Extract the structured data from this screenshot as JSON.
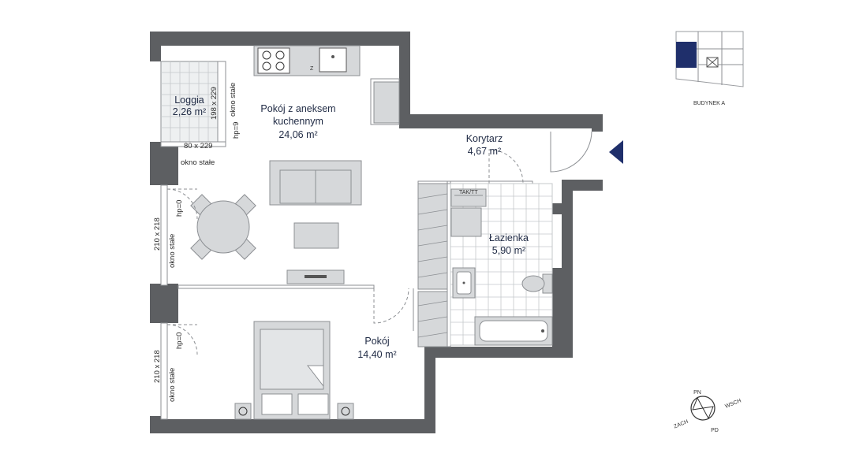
{
  "rooms": {
    "main": {
      "name_line1": "Pokój z aneksem",
      "name_line2": "kuchennym",
      "area": "24,06 m²"
    },
    "loggia": {
      "name": "Loggia",
      "area": "2,26 m²"
    },
    "corridor": {
      "name": "Korytarz",
      "area": "4,67 m²"
    },
    "bathroom": {
      "name": "Łazienka",
      "area": "5,90 m²"
    },
    "bedroom": {
      "name": "Pokój",
      "area": "14,40 m²"
    }
  },
  "windows": {
    "loggia_right_label": "okno stałe",
    "loggia_right_dim": "198 x 229",
    "loggia_right_hp": "hp=9",
    "loggia_bottom_dim": "80 x 229",
    "loggia_bottom_label": "okno stałe",
    "living_dim": "210 x 218",
    "living_label": "okno stałe",
    "living_hp": "hp=0",
    "bedroom_dim": "210 x 218",
    "bedroom_label": "okno stałe",
    "bedroom_hp": "hp=0"
  },
  "fixtures": {
    "washer_label": "TAK/TT"
  },
  "keyplan": {
    "building_label": "BUDYNEK A"
  },
  "compass": {
    "n": "PN",
    "e": "WSCH",
    "s": "PD",
    "w": "ZACH"
  },
  "colors": {
    "accent": "#1f2f6b",
    "wall": "#5d5f62",
    "furniture": "#d6d8da"
  }
}
